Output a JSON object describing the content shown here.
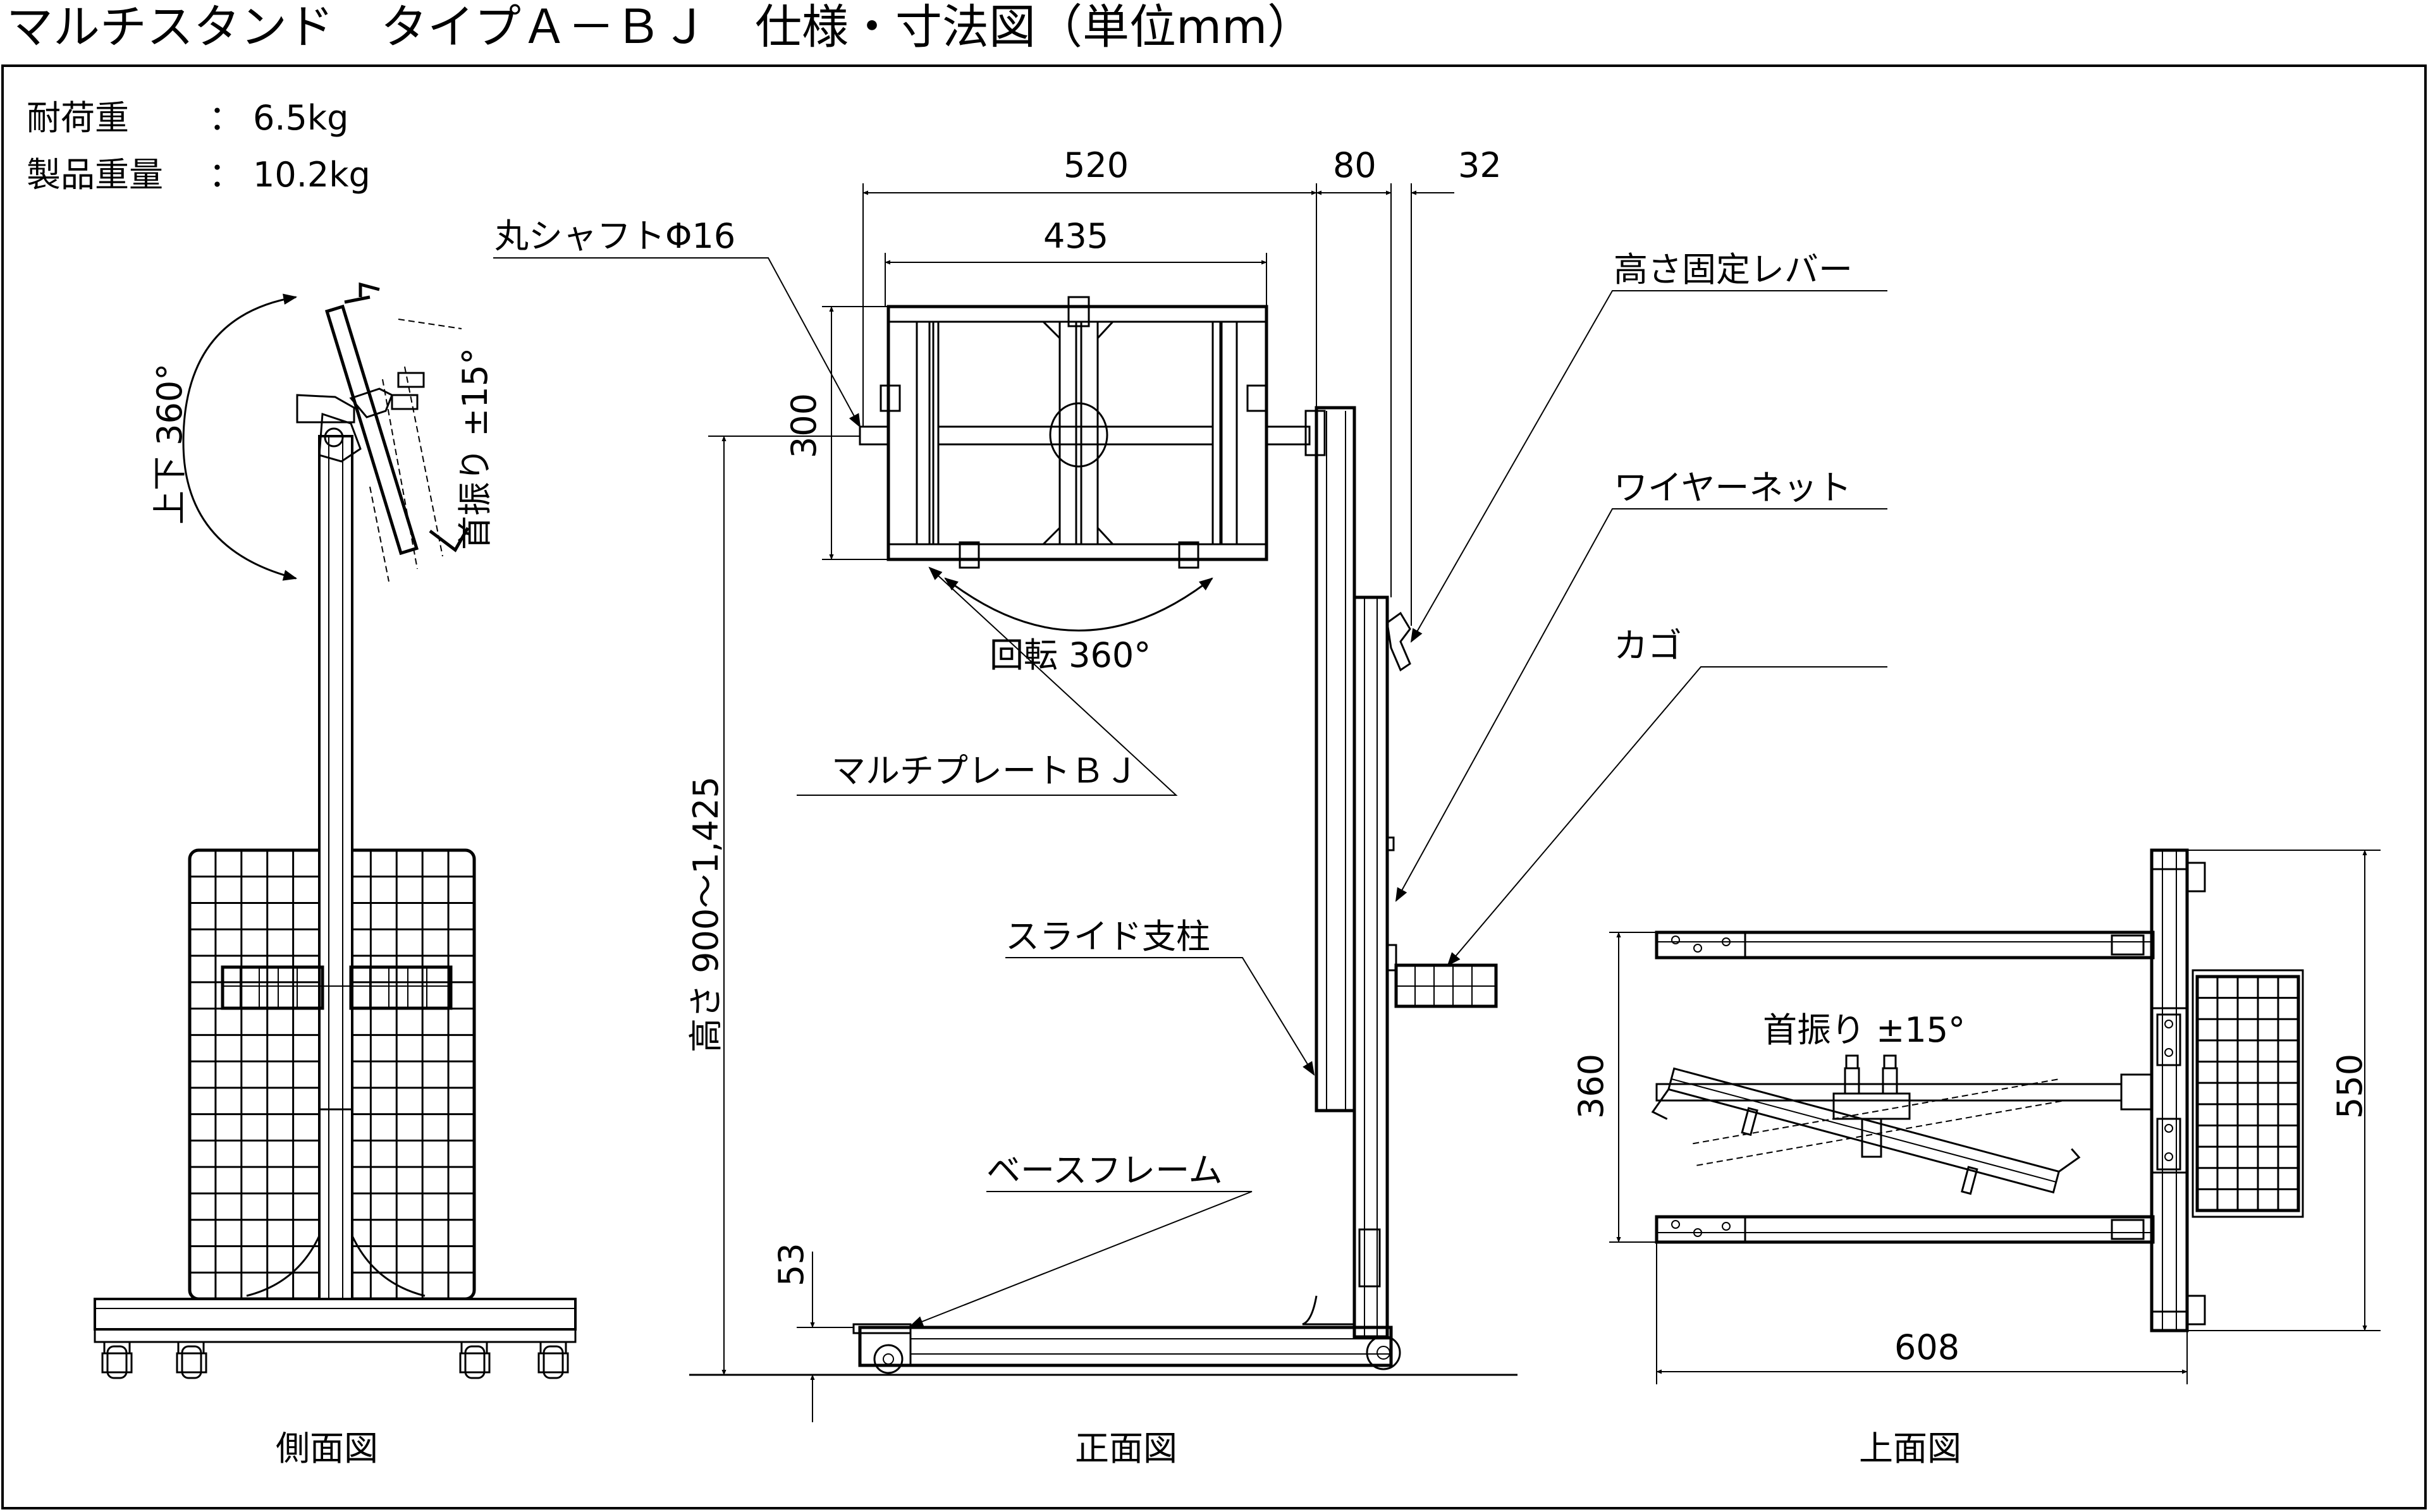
{
  "title": "マルチスタンド　タイプＡ－ＢＪ　仕様・寸法図（単位mm）",
  "specs": [
    {
      "label": "耐荷重",
      "sep": "：",
      "value": "6.5kg"
    },
    {
      "label": "製品重量",
      "sep": "：",
      "value": "10.2kg"
    }
  ],
  "views": {
    "side": {
      "caption": "側面図",
      "tilt_label": "上下 360°",
      "swing_label": "首振り ±15°"
    },
    "front": {
      "caption": "正面図",
      "dims": {
        "width_outer": "520",
        "width_inner": "435",
        "offset_1": "80",
        "offset_2": "32",
        "plate_height": "300",
        "height_range": "高さ 900～1,425",
        "base_height": "53"
      },
      "rotation_label": "回転 360°",
      "callouts": {
        "shaft": "丸シャフトΦ16",
        "plate": "マルチプレートＢＪ",
        "slide": "スライド支柱",
        "base": "ベースフレーム",
        "lever": "高さ固定レバー",
        "net": "ワイヤーネット",
        "basket": "カゴ"
      }
    },
    "top": {
      "caption": "上面図",
      "swing_label": "首振り ±15°",
      "dims": {
        "depth_inner": "360",
        "depth_outer": "550",
        "width": "608"
      }
    }
  }
}
